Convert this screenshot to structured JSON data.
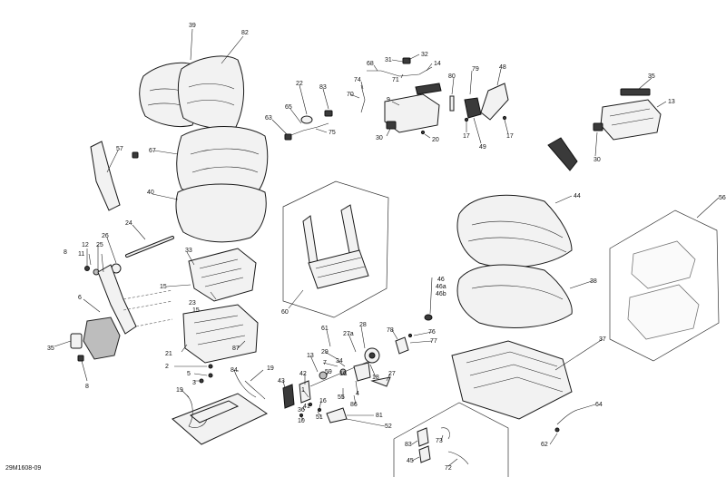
{
  "diagram_code": "29M1608-09",
  "callouts": [
    {
      "id": "c39",
      "label": "39"
    },
    {
      "id": "c82",
      "label": "82"
    },
    {
      "id": "c67",
      "label": "67"
    },
    {
      "id": "c40",
      "label": "40"
    },
    {
      "id": "c57",
      "label": "57"
    },
    {
      "id": "c24",
      "label": "24"
    },
    {
      "id": "c26",
      "label": "26"
    },
    {
      "id": "c8a",
      "label": "8"
    },
    {
      "id": "c12",
      "label": "12"
    },
    {
      "id": "c11",
      "label": "11"
    },
    {
      "id": "c25",
      "label": "25"
    },
    {
      "id": "c33",
      "label": "33"
    },
    {
      "id": "c15a",
      "label": "15"
    },
    {
      "id": "c23",
      "label": "23"
    },
    {
      "id": "c15b",
      "label": "15"
    },
    {
      "id": "c6",
      "label": "6"
    },
    {
      "id": "c35a",
      "label": "35"
    },
    {
      "id": "c8b",
      "label": "8"
    },
    {
      "id": "c21",
      "label": "21"
    },
    {
      "id": "c87",
      "label": "87"
    },
    {
      "id": "c2",
      "label": "2"
    },
    {
      "id": "c5",
      "label": "5"
    },
    {
      "id": "c3",
      "label": "3"
    },
    {
      "id": "c84",
      "label": "84"
    },
    {
      "id": "c19a",
      "label": "19"
    },
    {
      "id": "c19b",
      "label": "19"
    },
    {
      "id": "c22",
      "label": "22"
    },
    {
      "id": "c83a",
      "label": "83"
    },
    {
      "id": "c65",
      "label": "65"
    },
    {
      "id": "c63",
      "label": "63"
    },
    {
      "id": "c75",
      "label": "75"
    },
    {
      "id": "c60",
      "label": "60"
    },
    {
      "id": "c32",
      "label": "32"
    },
    {
      "id": "c31",
      "label": "31"
    },
    {
      "id": "c68",
      "label": "68"
    },
    {
      "id": "c14",
      "label": "14"
    },
    {
      "id": "c71",
      "label": "71"
    },
    {
      "id": "c74",
      "label": "74"
    },
    {
      "id": "c70",
      "label": "70"
    },
    {
      "id": "c9",
      "label": "9"
    },
    {
      "id": "c30a",
      "label": "30"
    },
    {
      "id": "c20",
      "label": "20"
    },
    {
      "id": "c80",
      "label": "80"
    },
    {
      "id": "c79",
      "label": "79"
    },
    {
      "id": "c48",
      "label": "48"
    },
    {
      "id": "c17a",
      "label": "17"
    },
    {
      "id": "c49",
      "label": "49"
    },
    {
      "id": "c17b",
      "label": "17"
    },
    {
      "id": "c35b",
      "label": "35"
    },
    {
      "id": "c13a",
      "label": "13"
    },
    {
      "id": "c30b",
      "label": "30"
    },
    {
      "id": "c44",
      "label": "44"
    },
    {
      "id": "c56",
      "label": "56"
    },
    {
      "id": "c46",
      "label": "46"
    },
    {
      "id": "c46a",
      "label": "46a"
    },
    {
      "id": "c46b",
      "label": "46b"
    },
    {
      "id": "c38",
      "label": "38"
    },
    {
      "id": "c61",
      "label": "61"
    },
    {
      "id": "c28",
      "label": "28"
    },
    {
      "id": "c27a",
      "label": "27a"
    },
    {
      "id": "c29",
      "label": "29"
    },
    {
      "id": "c7",
      "label": "7"
    },
    {
      "id": "c13b",
      "label": "13"
    },
    {
      "id": "c59",
      "label": "59"
    },
    {
      "id": "c34",
      "label": "34"
    },
    {
      "id": "c18",
      "label": "18"
    },
    {
      "id": "c27",
      "label": "27"
    },
    {
      "id": "c42",
      "label": "42"
    },
    {
      "id": "c16a",
      "label": "16"
    },
    {
      "id": "c4",
      "label": "4"
    },
    {
      "id": "c55",
      "label": "55"
    },
    {
      "id": "c43",
      "label": "43"
    },
    {
      "id": "c1",
      "label": "1"
    },
    {
      "id": "c41",
      "label": "41"
    },
    {
      "id": "c16b",
      "label": "16"
    },
    {
      "id": "c36",
      "label": "36"
    },
    {
      "id": "c86",
      "label": "86"
    },
    {
      "id": "c51",
      "label": "51"
    },
    {
      "id": "c10",
      "label": "10"
    },
    {
      "id": "c81",
      "label": "81"
    },
    {
      "id": "c52",
      "label": "52"
    },
    {
      "id": "c78",
      "label": "78"
    },
    {
      "id": "c76",
      "label": "76"
    },
    {
      "id": "c77",
      "label": "77"
    },
    {
      "id": "c37",
      "label": "37"
    },
    {
      "id": "c64",
      "label": "64"
    },
    {
      "id": "c62",
      "label": "62"
    },
    {
      "id": "c83b",
      "label": "83"
    },
    {
      "id": "c73",
      "label": "73"
    },
    {
      "id": "c45",
      "label": "45"
    },
    {
      "id": "c72",
      "label": "72"
    }
  ]
}
